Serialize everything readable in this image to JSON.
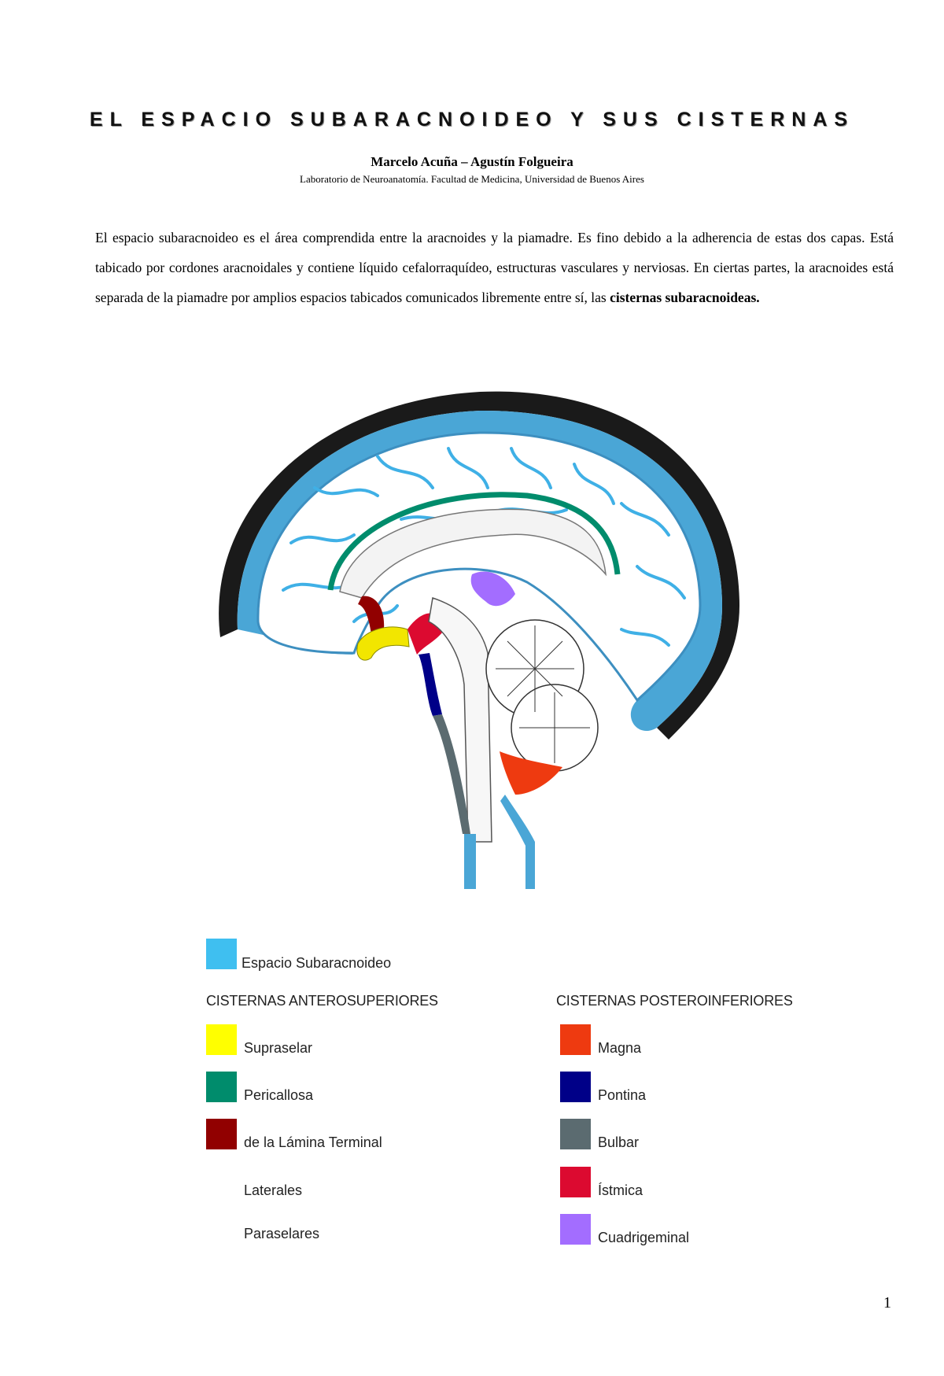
{
  "document": {
    "title": "EL ESPACIO SUBARACNOIDEO Y SUS CISTERNAS",
    "authors": "Marcelo Acuña – Agustín Folgueira",
    "affiliation": "Laboratorio de Neuroanatomía. Facultad de Medicina, Universidad de Buenos Aires",
    "intro_text": "El espacio subaracnoideo es el área comprendida entre la aracnoides y la piamadre. Es fino debido a la adherencia de estas dos capas. Está tabicado por cordones aracnoidales y contiene líquido cefalorraquídeo, estructuras vasculares y nerviosas. En ciertas partes, la aracnoides está separada de la piamadre por amplios espacios tabicados comunicados libremente entre sí, las",
    "intro_bold": "cisternas subaracnoideas.",
    "page_number": "1"
  },
  "legend": {
    "space": {
      "label": "Espacio Subaracnoideo",
      "color": "#3fbff0"
    },
    "antero_heading": "CISTERNAS ANTEROSUPERIORES",
    "postero_heading": "CISTERNAS POSTEROINFERIORES",
    "antero": [
      {
        "label": "Supraselar",
        "color": "#ffff00"
      },
      {
        "label": "Pericallosa",
        "color": "#008c6c"
      },
      {
        "label": "de la Lámina Terminal",
        "color": "#910000"
      },
      {
        "label": "Laterales",
        "color": ""
      },
      {
        "label": "Paraselares",
        "color": ""
      }
    ],
    "postero": [
      {
        "label": "Magna",
        "color": "#ee3a10"
      },
      {
        "label": "Pontina",
        "color": "#000088"
      },
      {
        "label": "Bulbar",
        "color": "#5b6b70"
      },
      {
        "label": "Ístmica",
        "color": "#dc0a30"
      },
      {
        "label": "Cuadrigeminal",
        "color": "#a36dff"
      }
    ]
  }
}
